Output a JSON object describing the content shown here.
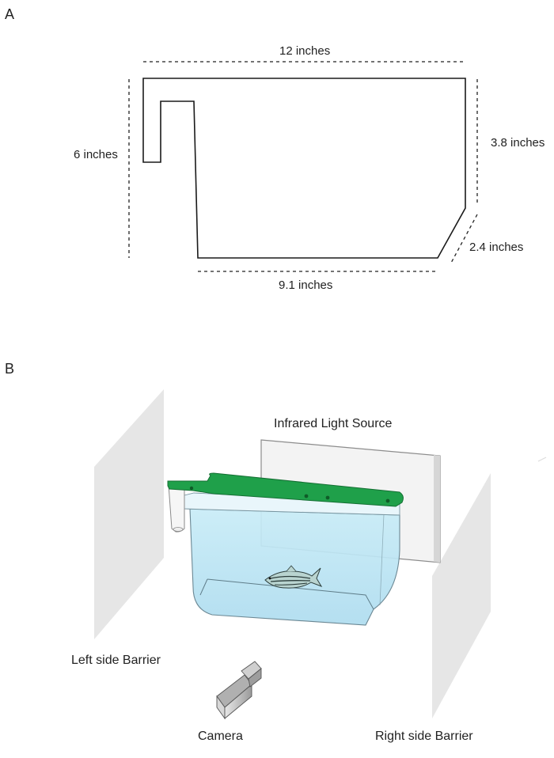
{
  "panel_a": {
    "letter": "A",
    "dimensions": {
      "top_width": "12 inches",
      "left_height": "6 inches",
      "right_height": "3.8 inches",
      "chamfer_edge": "2.4 inches",
      "bottom_width": "9.1 inches"
    }
  },
  "panel_b": {
    "letter": "B",
    "labels": {
      "infrared_light_source": "Infrared Light Source",
      "left_barrier": "Left side Barrier",
      "right_barrier": "Right side Barrier",
      "camera": "Camera"
    }
  },
  "colors": {
    "outline": "#1a1a1a",
    "water": "#bfe6f3",
    "lid": "#1fa04a",
    "barrier": "#e6e6e6",
    "light_panel": "#f2f2f2"
  }
}
